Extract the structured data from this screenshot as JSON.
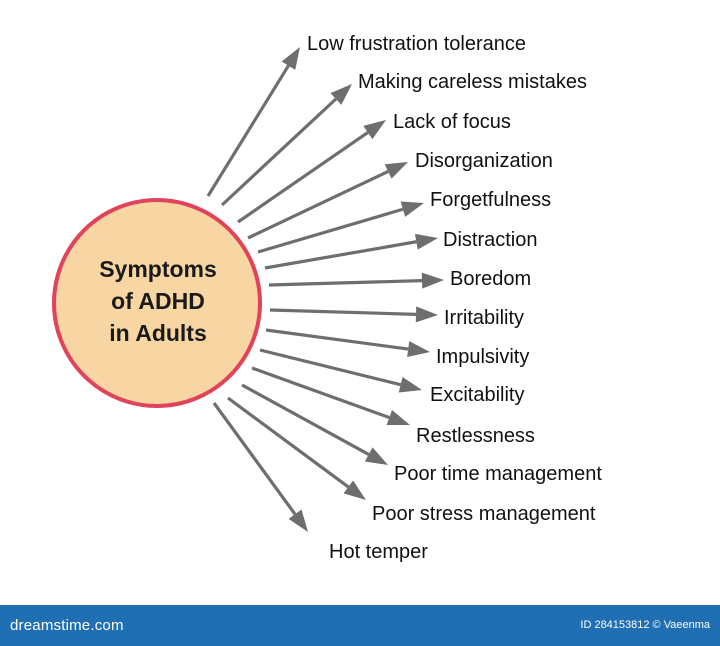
{
  "diagram": {
    "center": {
      "lines": [
        "Symptoms",
        "of ADHD",
        "in Adults"
      ],
      "fill_color": "#f7d6a3",
      "border_color": "#e0435a"
    },
    "arrow_color": "#6e6e6e",
    "symptoms": [
      "Low frustration tolerance",
      "Making careless mistakes",
      "Lack of focus",
      "Disorganization",
      "Forgetfulness",
      "Distraction",
      "Boredom",
      "Irritability",
      "Impulsivity",
      "Excitability",
      "Restlessness",
      "Poor time management",
      "Poor stress management",
      "Hot temper"
    ]
  },
  "footer": {
    "logo": "dreamstime.com",
    "image_id": "ID 284153812 © Vaeenma",
    "background_color": "#1f6fb2"
  }
}
